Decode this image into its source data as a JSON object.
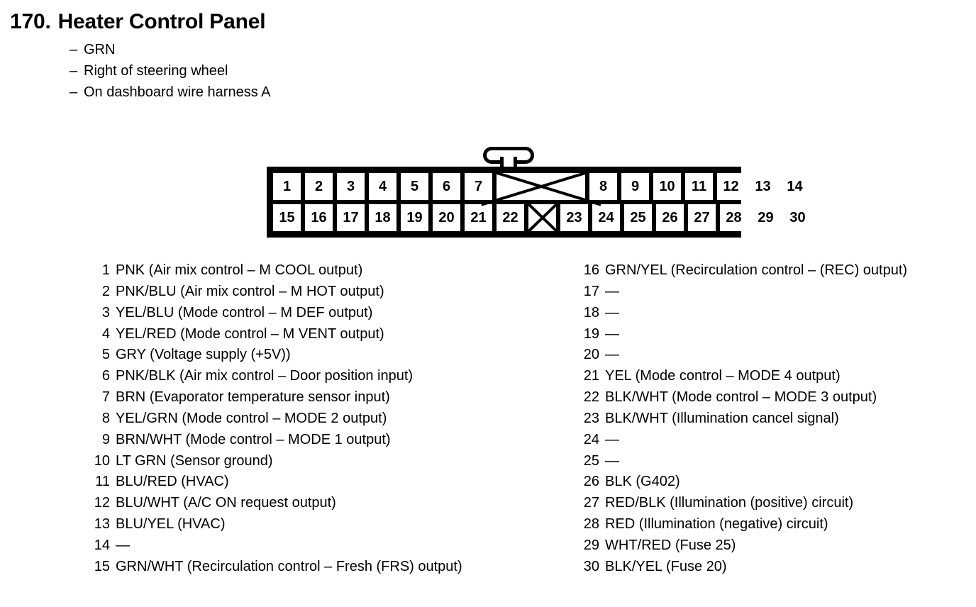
{
  "header": {
    "number": "170.",
    "title": "Heater Control Panel",
    "notes": [
      "GRN",
      "Right of steering wheel",
      "On dashboard wire harness A"
    ],
    "dash": "–"
  },
  "connector": {
    "top_row": [
      {
        "label": "1",
        "blank": false,
        "width": "w1"
      },
      {
        "label": "2",
        "blank": false,
        "width": "w1"
      },
      {
        "label": "3",
        "blank": false,
        "width": "w1"
      },
      {
        "label": "4",
        "blank": false,
        "width": "w1"
      },
      {
        "label": "5",
        "blank": false,
        "width": "w1"
      },
      {
        "label": "6",
        "blank": false,
        "width": "w1"
      },
      {
        "label": "7",
        "blank": false,
        "width": "w1"
      },
      {
        "label": "",
        "blank": true,
        "width": "w2"
      },
      {
        "label": "8",
        "blank": false,
        "width": "w1"
      },
      {
        "label": "9",
        "blank": false,
        "width": "w1"
      },
      {
        "label": "10",
        "blank": false,
        "width": "w1"
      },
      {
        "label": "11",
        "blank": false,
        "width": "w1"
      },
      {
        "label": "12",
        "blank": false,
        "width": "w1"
      },
      {
        "label": "13",
        "blank": false,
        "width": "w1"
      },
      {
        "label": "14",
        "blank": false,
        "width": "w1"
      }
    ],
    "bottom_row": [
      {
        "label": "15",
        "blank": false,
        "width": "w1"
      },
      {
        "label": "16",
        "blank": false,
        "width": "w1"
      },
      {
        "label": "17",
        "blank": false,
        "width": "w1"
      },
      {
        "label": "18",
        "blank": false,
        "width": "w1"
      },
      {
        "label": "19",
        "blank": false,
        "width": "w1"
      },
      {
        "label": "20",
        "blank": false,
        "width": "w1"
      },
      {
        "label": "21",
        "blank": false,
        "width": "w1"
      },
      {
        "label": "22",
        "blank": false,
        "width": "w1"
      },
      {
        "label": "",
        "blank": true,
        "width": "w1"
      },
      {
        "label": "23",
        "blank": false,
        "width": "w1"
      },
      {
        "label": "24",
        "blank": false,
        "width": "w1"
      },
      {
        "label": "25",
        "blank": false,
        "width": "w1"
      },
      {
        "label": "26",
        "blank": false,
        "width": "w1"
      },
      {
        "label": "27",
        "blank": false,
        "width": "w1"
      },
      {
        "label": "28",
        "blank": false,
        "width": "w1"
      },
      {
        "label": "29",
        "blank": false,
        "width": "w1"
      },
      {
        "label": "30",
        "blank": false,
        "width": "w1"
      }
    ]
  },
  "pin_list_left": [
    {
      "num": "1",
      "desc": "PNK (Air mix control – M COOL output)"
    },
    {
      "num": "2",
      "desc": "PNK/BLU (Air mix control – M HOT output)"
    },
    {
      "num": "3",
      "desc": "YEL/BLU (Mode control – M DEF output)"
    },
    {
      "num": "4",
      "desc": "YEL/RED (Mode control – M VENT output)"
    },
    {
      "num": "5",
      "desc": "GRY (Voltage supply (+5V))"
    },
    {
      "num": "6",
      "desc": "PNK/BLK (Air mix control – Door position input)"
    },
    {
      "num": "7",
      "desc": "BRN (Evaporator temperature sensor input)"
    },
    {
      "num": "8",
      "desc": "YEL/GRN (Mode control – MODE 2 output)"
    },
    {
      "num": "9",
      "desc": "BRN/WHT (Mode control – MODE 1 output)"
    },
    {
      "num": "10",
      "desc": "LT GRN (Sensor ground)"
    },
    {
      "num": "11",
      "desc": "BLU/RED (HVAC)"
    },
    {
      "num": "12",
      "desc": "BLU/WHT (A/C ON request output)"
    },
    {
      "num": "13",
      "desc": "BLU/YEL (HVAC)"
    },
    {
      "num": "14",
      "desc": "—"
    },
    {
      "num": "15",
      "desc": "GRN/WHT (Recirculation control – Fresh (FRS) output)"
    }
  ],
  "pin_list_right": [
    {
      "num": "16",
      "desc": "GRN/YEL (Recirculation control – (REC) output)"
    },
    {
      "num": "17",
      "desc": "—"
    },
    {
      "num": "18",
      "desc": "—"
    },
    {
      "num": "19",
      "desc": "—"
    },
    {
      "num": "20",
      "desc": "—"
    },
    {
      "num": "21",
      "desc": "YEL (Mode control – MODE 4 output)"
    },
    {
      "num": "22",
      "desc": "BLK/WHT (Mode control – MODE 3 output)"
    },
    {
      "num": "23",
      "desc": "BLK/WHT (Illumination cancel signal)"
    },
    {
      "num": "24",
      "desc": "—"
    },
    {
      "num": "25",
      "desc": "—"
    },
    {
      "num": "26",
      "desc": "BLK (G402)"
    },
    {
      "num": "27",
      "desc": "RED/BLK (Illumination (positive) circuit)"
    },
    {
      "num": "28",
      "desc": "RED (Illumination (negative) circuit)"
    },
    {
      "num": "29",
      "desc": "WHT/RED (Fuse 25)"
    },
    {
      "num": "30",
      "desc": "BLK/YEL (Fuse 20)"
    }
  ],
  "colors": {
    "ink": "#000000",
    "paper": "#ffffff"
  }
}
